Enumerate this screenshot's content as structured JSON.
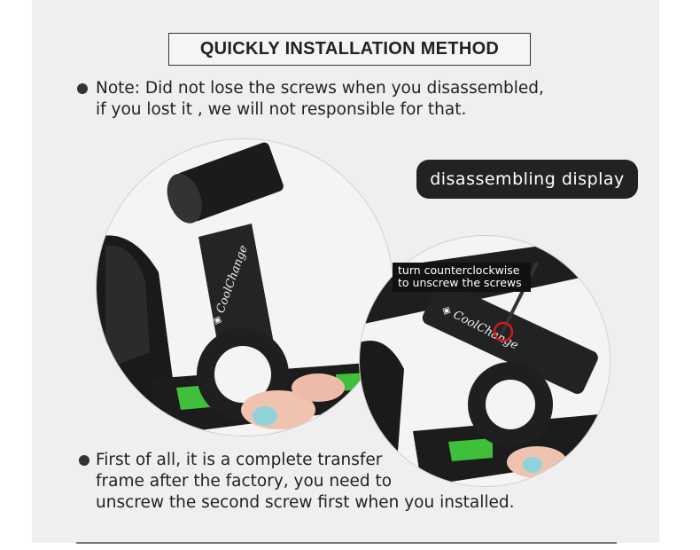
{
  "title": "QUICKLY INSTALLATION METHOD",
  "note": {
    "line1": "Note:  Did not lose the screws when you  disassembled,",
    "line2": "if you lost it , we will not responsible for that."
  },
  "pill_label": "disassembling display",
  "callout": {
    "line1": "turn counterclockwise",
    "line2": "to unscrew the screws"
  },
  "brand_logo": "CoolChange",
  "first_step": {
    "line1": "First of all, it is a complete transfer",
    "line2": "frame after the factory,  you need to",
    "line3": "unscrew the second screw first when you installed."
  },
  "colors": {
    "panel_bg": "#efefef",
    "dark": "#222222",
    "bike_green": "#3fbf3a",
    "screw_red": "#d11a1a"
  }
}
